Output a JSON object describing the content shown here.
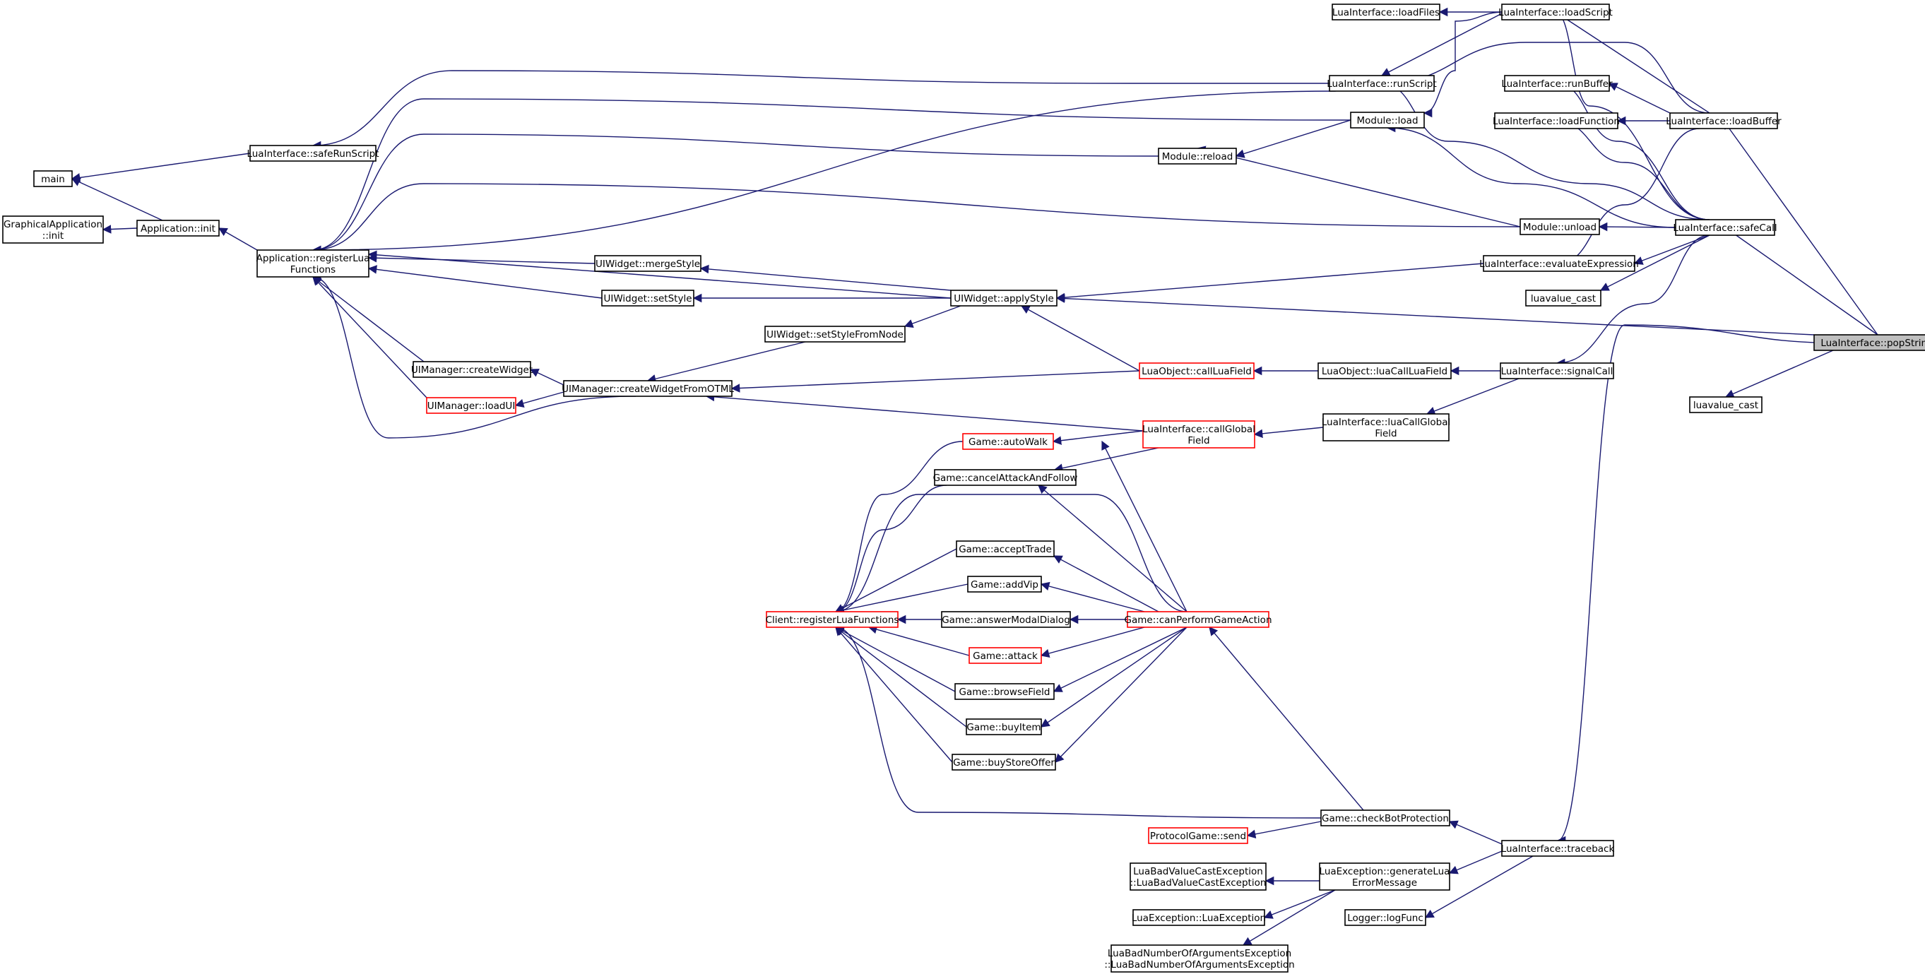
{
  "colors": {
    "edge": "#191970",
    "node_border": "#000000",
    "incomplete_node_border": "#ff0000",
    "focus_node_fill": "#bfbfbf",
    "background": "#ffffff"
  },
  "nodes": [
    {
      "id": "popString",
      "lines": [
        "LuaInterface::popString"
      ]
    },
    {
      "id": "loadBuffer",
      "lines": [
        "LuaInterface::loadBuffer"
      ]
    },
    {
      "id": "safeCall",
      "lines": [
        "LuaInterface::safeCall"
      ]
    },
    {
      "id": "luavalue_cast_a",
      "lines": [
        "luavalue_cast"
      ]
    },
    {
      "id": "luavalue_cast_b",
      "lines": [
        "luavalue_cast"
      ]
    },
    {
      "id": "signalCall",
      "lines": [
        "LuaInterface::signalCall"
      ]
    },
    {
      "id": "traceback",
      "lines": [
        "LuaInterface::traceback"
      ]
    },
    {
      "id": "loadScript",
      "lines": [
        "LuaInterface::loadScript"
      ]
    },
    {
      "id": "loadFiles",
      "lines": [
        "LuaInterface::loadFiles"
      ]
    },
    {
      "id": "runScript",
      "lines": [
        "LuaInterface::runScript"
      ]
    },
    {
      "id": "runBuffer",
      "lines": [
        "LuaInterface::runBuffer"
      ]
    },
    {
      "id": "loadFunction",
      "lines": [
        "LuaInterface::loadFunction"
      ]
    },
    {
      "id": "moduleLoad",
      "lines": [
        "Module::load"
      ]
    },
    {
      "id": "moduleReload",
      "lines": [
        "Module::reload"
      ]
    },
    {
      "id": "moduleUnload",
      "lines": [
        "Module::unload"
      ]
    },
    {
      "id": "evalExpr",
      "lines": [
        "LuaInterface::evaluateExpression"
      ]
    },
    {
      "id": "safeRunScript",
      "lines": [
        "LuaInterface::safeRunScript"
      ]
    },
    {
      "id": "main",
      "lines": [
        "main"
      ]
    },
    {
      "id": "gfxInit",
      "lines": [
        "GraphicalApplication",
        "::init"
      ]
    },
    {
      "id": "appInit",
      "lines": [
        "Application::init"
      ]
    },
    {
      "id": "appRegLua",
      "lines": [
        "Application::registerLua",
        "Functions"
      ]
    },
    {
      "id": "mergeStyle",
      "lines": [
        "UIWidget::mergeStyle"
      ]
    },
    {
      "id": "setStyle",
      "lines": [
        "UIWidget::setStyle"
      ]
    },
    {
      "id": "applyStyle",
      "lines": [
        "UIWidget::applyStyle"
      ]
    },
    {
      "id": "setStyleFromNode",
      "lines": [
        "UIWidget::setStyleFromNode"
      ]
    },
    {
      "id": "createWidget",
      "lines": [
        "UIManager::createWidget"
      ]
    },
    {
      "id": "loadUI",
      "lines": [
        "UIManager::loadUI"
      ],
      "red": true
    },
    {
      "id": "createFromOTML",
      "lines": [
        "UIManager::createWidgetFromOTML"
      ]
    },
    {
      "id": "callLuaField",
      "lines": [
        "LuaObject::callLuaField"
      ],
      "red": true
    },
    {
      "id": "luaCallLuaField",
      "lines": [
        "LuaObject::luaCallLuaField"
      ]
    },
    {
      "id": "callGlobalField",
      "lines": [
        "LuaInterface::callGlobal",
        "Field"
      ],
      "red": true
    },
    {
      "id": "luaCallGlobalField",
      "lines": [
        "LuaInterface::luaCallGlobal",
        "Field"
      ]
    },
    {
      "id": "autoWalk",
      "lines": [
        "Game::autoWalk"
      ],
      "red": true
    },
    {
      "id": "cancelAttack",
      "lines": [
        "Game::cancelAttackAndFollow"
      ]
    },
    {
      "id": "acceptTrade",
      "lines": [
        "Game::acceptTrade"
      ]
    },
    {
      "id": "addVip",
      "lines": [
        "Game::addVip"
      ]
    },
    {
      "id": "answerModal",
      "lines": [
        "Game::answerModalDialog"
      ]
    },
    {
      "id": "attack",
      "lines": [
        "Game::attack"
      ],
      "red": true
    },
    {
      "id": "browseField",
      "lines": [
        "Game::browseField"
      ]
    },
    {
      "id": "buyItem",
      "lines": [
        "Game::buyItem"
      ]
    },
    {
      "id": "buyStoreOffer",
      "lines": [
        "Game::buyStoreOffer"
      ]
    },
    {
      "id": "clientRegLua",
      "lines": [
        "Client::registerLuaFunctions"
      ],
      "red": true
    },
    {
      "id": "canPerform",
      "lines": [
        "Game::canPerformGameAction"
      ],
      "red": true
    },
    {
      "id": "checkBot",
      "lines": [
        "Game::checkBotProtection"
      ]
    },
    {
      "id": "protoSend",
      "lines": [
        "ProtocolGame::send"
      ],
      "red": true
    },
    {
      "id": "genLuaErr",
      "lines": [
        "LuaException::generateLua",
        "ErrorMessage"
      ]
    },
    {
      "id": "badValueCast",
      "lines": [
        "LuaBadValueCastException",
        "::LuaBadValueCastException"
      ]
    },
    {
      "id": "luaException",
      "lines": [
        "LuaException::LuaException"
      ]
    },
    {
      "id": "badNumArgs",
      "lines": [
        "LuaBadNumberOfArgumentsException",
        "::LuaBadNumberOfArgumentsException"
      ]
    },
    {
      "id": "logFunc",
      "lines": [
        "Logger::logFunc"
      ]
    }
  ],
  "edges": [
    [
      "loadBuffer",
      "popString"
    ],
    [
      "safeCall",
      "popString"
    ],
    [
      "luavalue_cast_b",
      "popString"
    ],
    [
      "traceback",
      "popString"
    ],
    [
      "applyStyle",
      "popString"
    ],
    [
      "loadScript",
      "loadBuffer"
    ],
    [
      "runScript",
      "loadBuffer"
    ],
    [
      "runBuffer",
      "loadBuffer"
    ],
    [
      "loadFunction",
      "loadBuffer"
    ],
    [
      "evalExpr",
      "loadBuffer"
    ],
    [
      "loadScript",
      "safeCall"
    ],
    [
      "runScript",
      "safeCall"
    ],
    [
      "runBuffer",
      "safeCall"
    ],
    [
      "loadFunction",
      "safeCall"
    ],
    [
      "moduleLoad",
      "safeCall"
    ],
    [
      "moduleUnload",
      "safeCall"
    ],
    [
      "evalExpr",
      "safeCall"
    ],
    [
      "luavalue_cast_a",
      "safeCall"
    ],
    [
      "signalCall",
      "safeCall"
    ],
    [
      "loadFiles",
      "loadScript"
    ],
    [
      "runScript",
      "loadScript"
    ],
    [
      "moduleLoad",
      "loadScript"
    ],
    [
      "safeRunScript",
      "runScript"
    ],
    [
      "appRegLua",
      "runScript"
    ],
    [
      "moduleReload",
      "moduleLoad"
    ],
    [
      "appRegLua",
      "moduleLoad"
    ],
    [
      "appRegLua",
      "moduleReload"
    ],
    [
      "moduleReload",
      "moduleUnload"
    ],
    [
      "appRegLua",
      "moduleUnload"
    ],
    [
      "applyStyle",
      "evalExpr"
    ],
    [
      "main",
      "safeRunScript"
    ],
    [
      "main",
      "appInit"
    ],
    [
      "gfxInit",
      "appInit"
    ],
    [
      "appInit",
      "appRegLua"
    ],
    [
      "appRegLua",
      "mergeStyle"
    ],
    [
      "appRegLua",
      "setStyle"
    ],
    [
      "appRegLua",
      "applyStyle"
    ],
    [
      "appRegLua",
      "createWidget"
    ],
    [
      "appRegLua",
      "loadUI"
    ],
    [
      "appRegLua",
      "createFromOTML"
    ],
    [
      "mergeStyle",
      "applyStyle"
    ],
    [
      "setStyle",
      "applyStyle"
    ],
    [
      "setStyleFromNode",
      "applyStyle"
    ],
    [
      "createFromOTML",
      "setStyleFromNode"
    ],
    [
      "createWidget",
      "createFromOTML"
    ],
    [
      "loadUI",
      "createFromOTML"
    ],
    [
      "applyStyle",
      "callLuaField"
    ],
    [
      "createFromOTML",
      "callLuaField"
    ],
    [
      "callLuaField",
      "luaCallLuaField"
    ],
    [
      "luaCallLuaField",
      "signalCall"
    ],
    [
      "luaCallGlobalField",
      "signalCall"
    ],
    [
      "callGlobalField",
      "luaCallGlobalField"
    ],
    [
      "createFromOTML",
      "callGlobalField"
    ],
    [
      "autoWalk",
      "callGlobalField"
    ],
    [
      "cancelAttack",
      "callGlobalField"
    ],
    [
      "clientRegLua",
      "autoWalk"
    ],
    [
      "clientRegLua",
      "cancelAttack"
    ],
    [
      "clientRegLua",
      "acceptTrade"
    ],
    [
      "clientRegLua",
      "addVip"
    ],
    [
      "clientRegLua",
      "answerModal"
    ],
    [
      "clientRegLua",
      "attack"
    ],
    [
      "clientRegLua",
      "browseField"
    ],
    [
      "clientRegLua",
      "buyItem"
    ],
    [
      "clientRegLua",
      "buyStoreOffer"
    ],
    [
      "clientRegLua",
      "canPerform"
    ],
    [
      "clientRegLua",
      "checkBot"
    ],
    [
      "autoWalk",
      "canPerform"
    ],
    [
      "cancelAttack",
      "canPerform"
    ],
    [
      "acceptTrade",
      "canPerform"
    ],
    [
      "addVip",
      "canPerform"
    ],
    [
      "answerModal",
      "canPerform"
    ],
    [
      "attack",
      "canPerform"
    ],
    [
      "browseField",
      "canPerform"
    ],
    [
      "buyItem",
      "canPerform"
    ],
    [
      "buyStoreOffer",
      "canPerform"
    ],
    [
      "canPerform",
      "checkBot"
    ],
    [
      "protoSend",
      "checkBot"
    ],
    [
      "checkBot",
      "traceback"
    ],
    [
      "genLuaErr",
      "traceback"
    ],
    [
      "logFunc",
      "traceback"
    ],
    [
      "badValueCast",
      "genLuaErr"
    ],
    [
      "luaException",
      "genLuaErr"
    ],
    [
      "badNumArgs",
      "genLuaErr"
    ]
  ]
}
